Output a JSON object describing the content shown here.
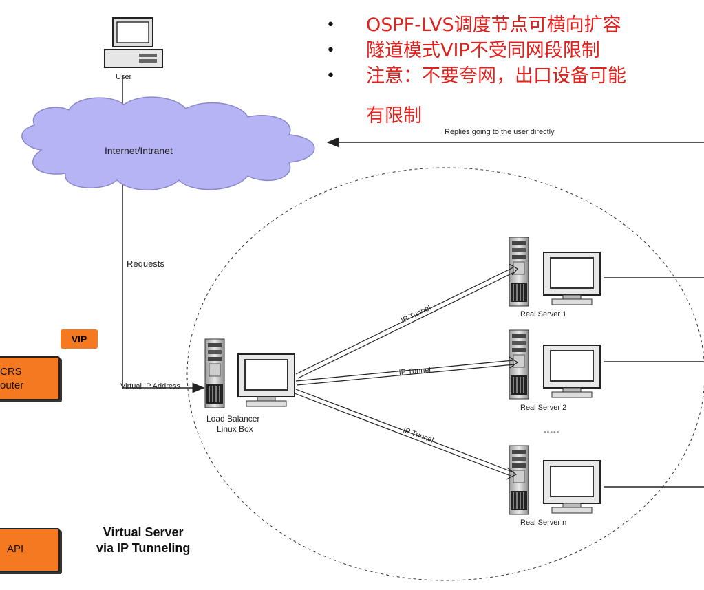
{
  "bullets": [
    "OSPF-LVS调度节点可横向扩容",
    "隧道模式VIP不受同网段限制",
    "注意：不要夸网，出口设备可能",
    "有限制"
  ],
  "colors": {
    "bullet_text": "#e3201b",
    "cloud": "#b6b4f4",
    "accent_box": "#f47920"
  },
  "labels": {
    "user": "User",
    "internet": "Internet/Intranet",
    "replies": "Replies going to the user directly",
    "requests": "Requests",
    "vip_addr": "Virtual IP Address",
    "lb_line1": "Load Balancer",
    "lb_line2": "Linux Box",
    "rs1": "Real Server 1",
    "rs2": "Real Server 2",
    "rsn": "Real Server n",
    "ellipsis": "-----",
    "tunnel": "IP Tunnel",
    "title_line1": "Virtual Server",
    "title_line2": "via IP Tunneling"
  },
  "side": {
    "vip_badge": "VIP",
    "box1_line1": "CRS",
    "box1_line2": "outer",
    "box2": "API"
  }
}
